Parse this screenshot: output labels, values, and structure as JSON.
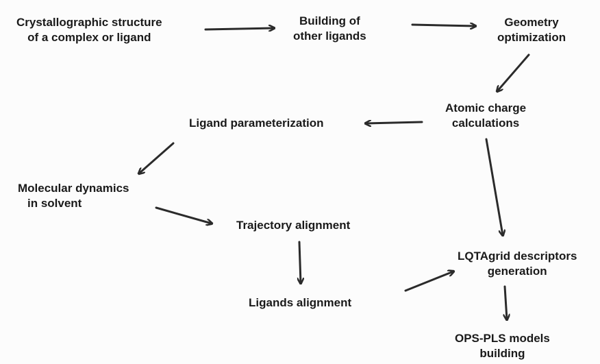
{
  "nodes": {
    "crystal": {
      "line1": "Crystallographic structure",
      "line2": "of a complex or ligand"
    },
    "building": {
      "line1": "Building of",
      "line2": "other ligands"
    },
    "geometry": {
      "line1": "Geometry",
      "line2": "optimization"
    },
    "charge": {
      "line1": "Atomic charge",
      "line2": "calculations"
    },
    "param": {
      "line1": "Ligand parameterization"
    },
    "md": {
      "line1": "Molecular dynamics",
      "line2": "in solvent"
    },
    "trajectory": {
      "line1": "Trajectory alignment"
    },
    "ligands": {
      "line1": "Ligands alignment"
    },
    "lqta": {
      "line1": "LQTAgrid descriptors",
      "line2": "generation"
    },
    "ops": {
      "line1": "OPS-PLS models",
      "line2": "building"
    }
  },
  "colors": {
    "text": "#1a1a1a",
    "arrow": "#2b2b2b",
    "background": "#fcfcfc"
  }
}
